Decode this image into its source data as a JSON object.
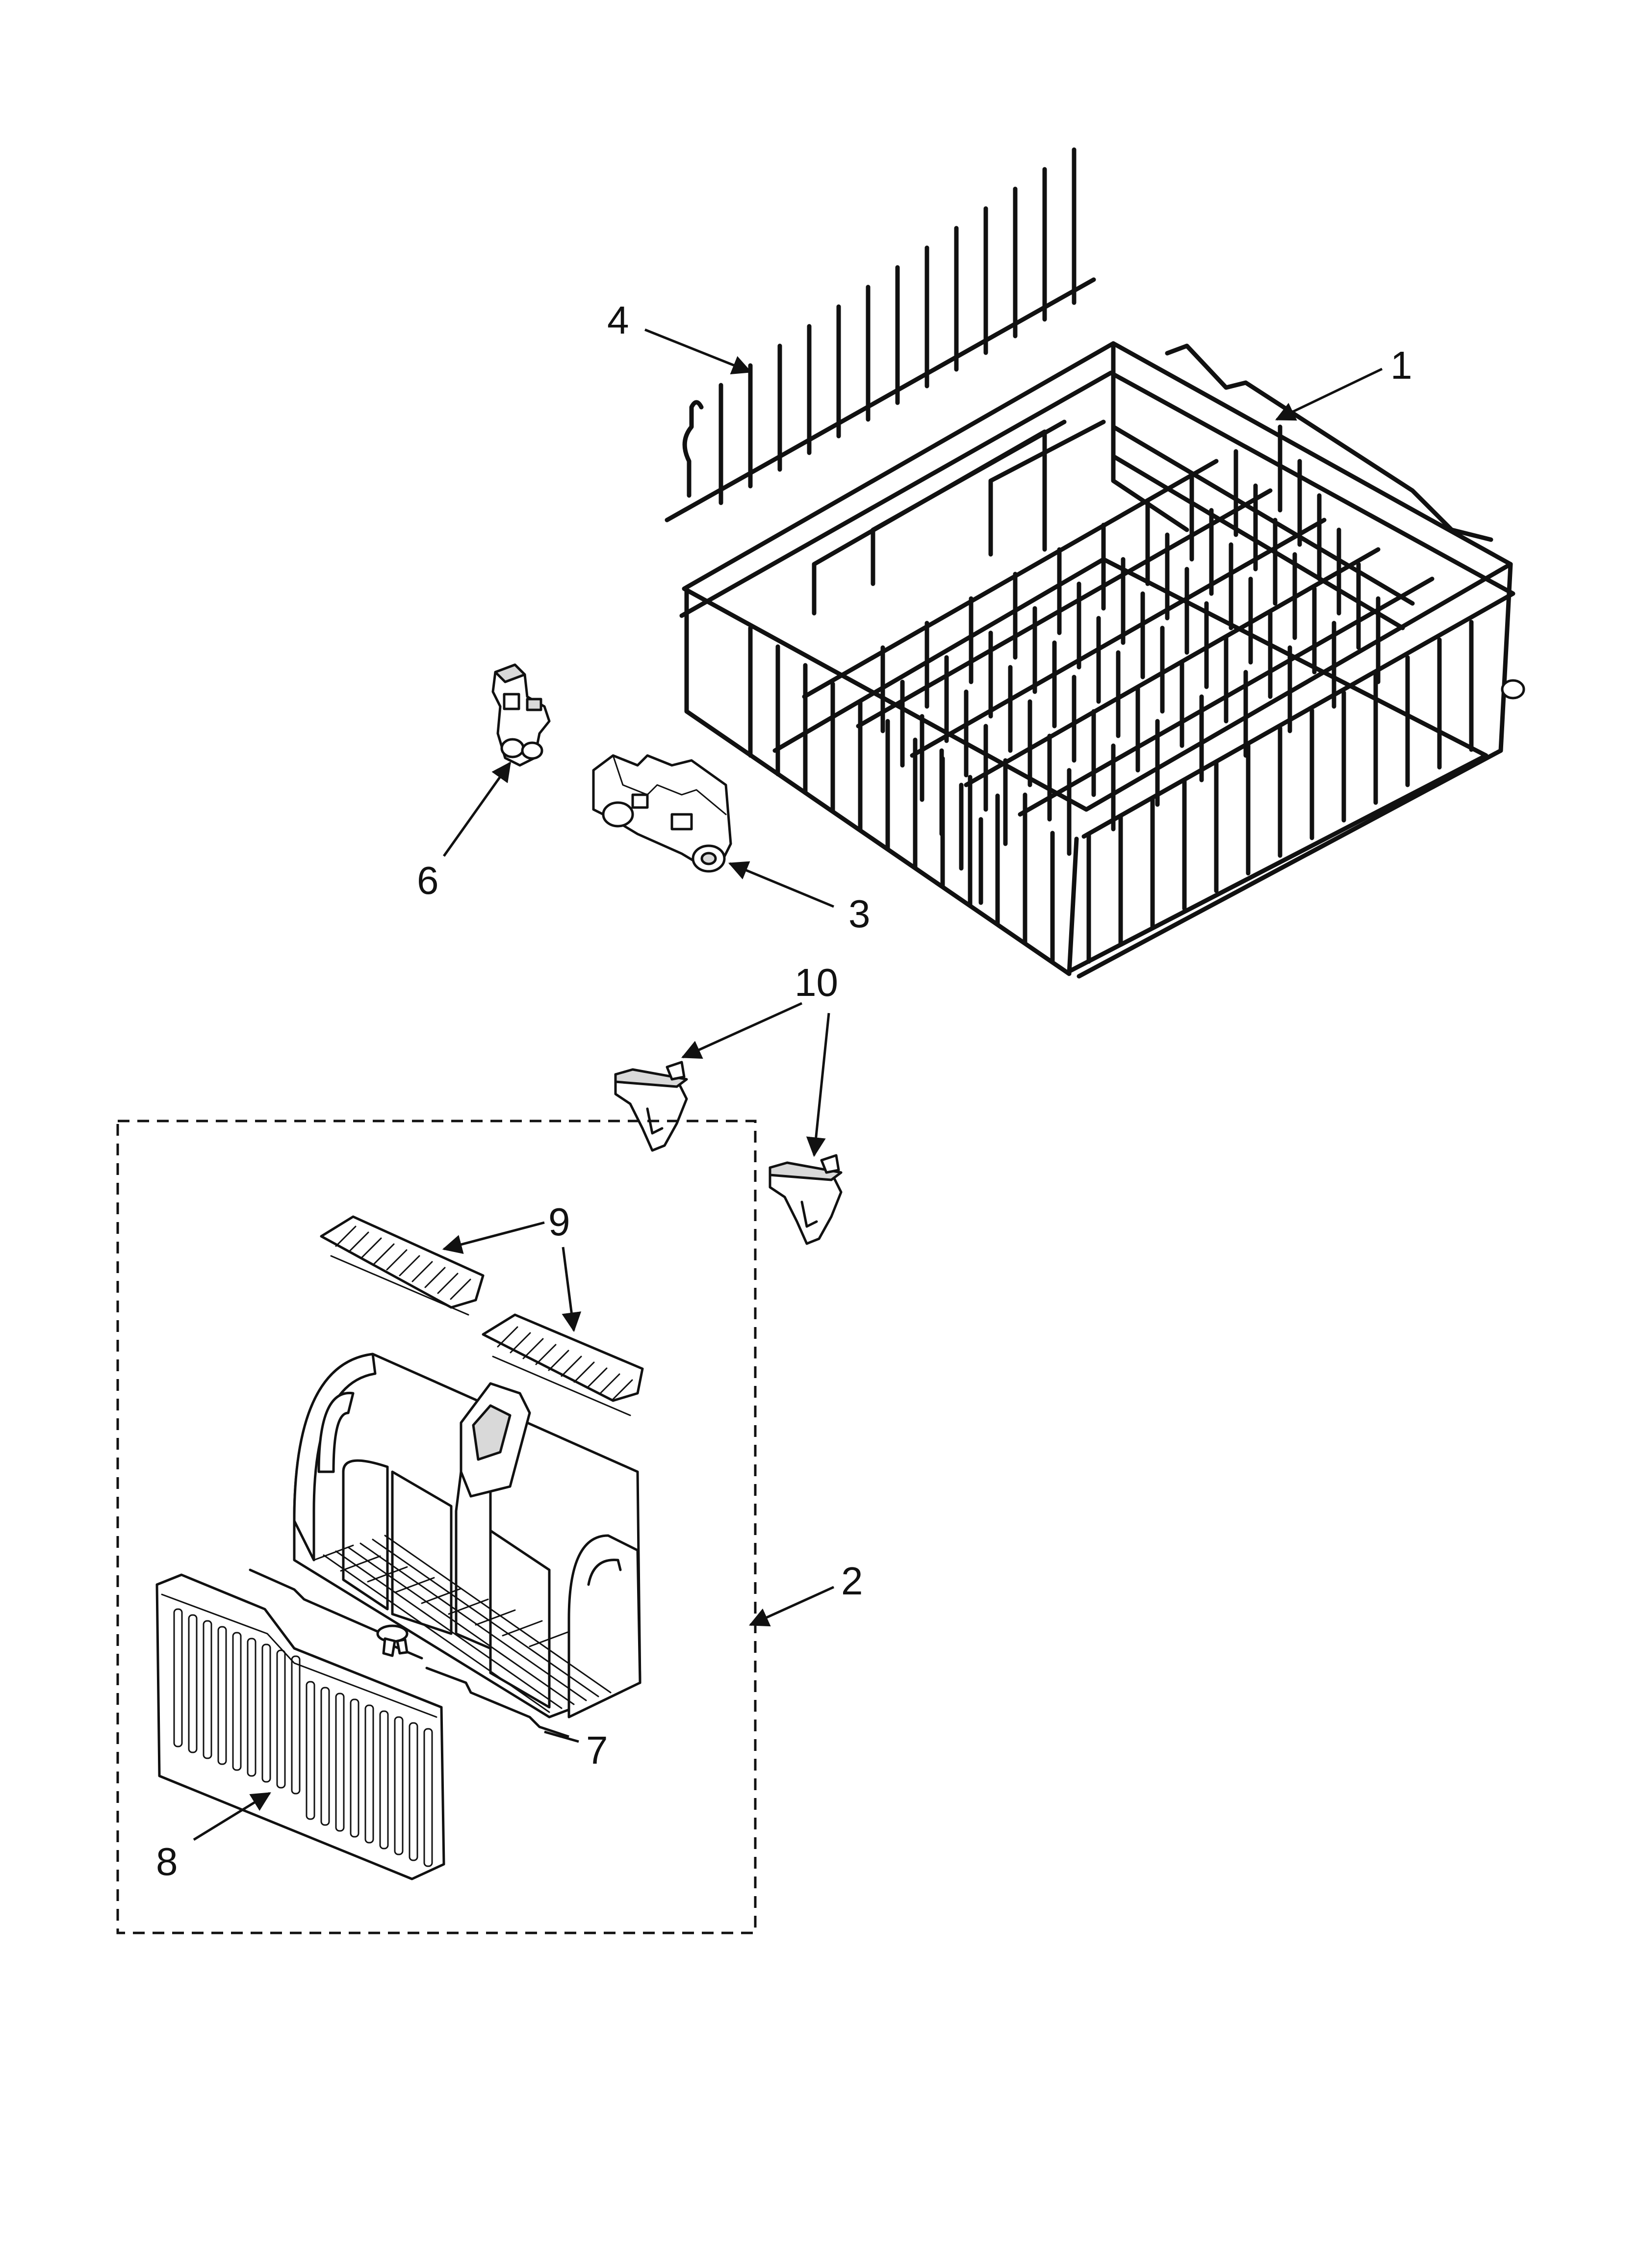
{
  "callouts": {
    "c1": "1",
    "c2": "2",
    "c3": "3",
    "c4": "4",
    "c6": "6",
    "c7": "7",
    "c8": "8",
    "c9": "9",
    "c10": "10"
  },
  "colors": {
    "line": "#111111",
    "background": "#ffffff",
    "shading": "#d9d9d9"
  }
}
